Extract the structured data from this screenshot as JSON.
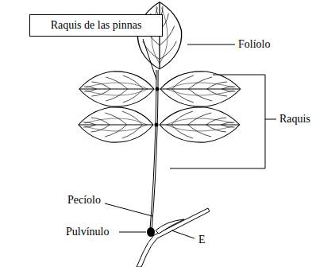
{
  "diagram": {
    "nodes": [
      {
        "text": [
          "Raquis de las pinnas"
        ]
      }
    ],
    "labels": [
      "Folíolo",
      "Raquis",
      "Pecíolo",
      "Pulvínulo",
      "E"
    ]
  }
}
